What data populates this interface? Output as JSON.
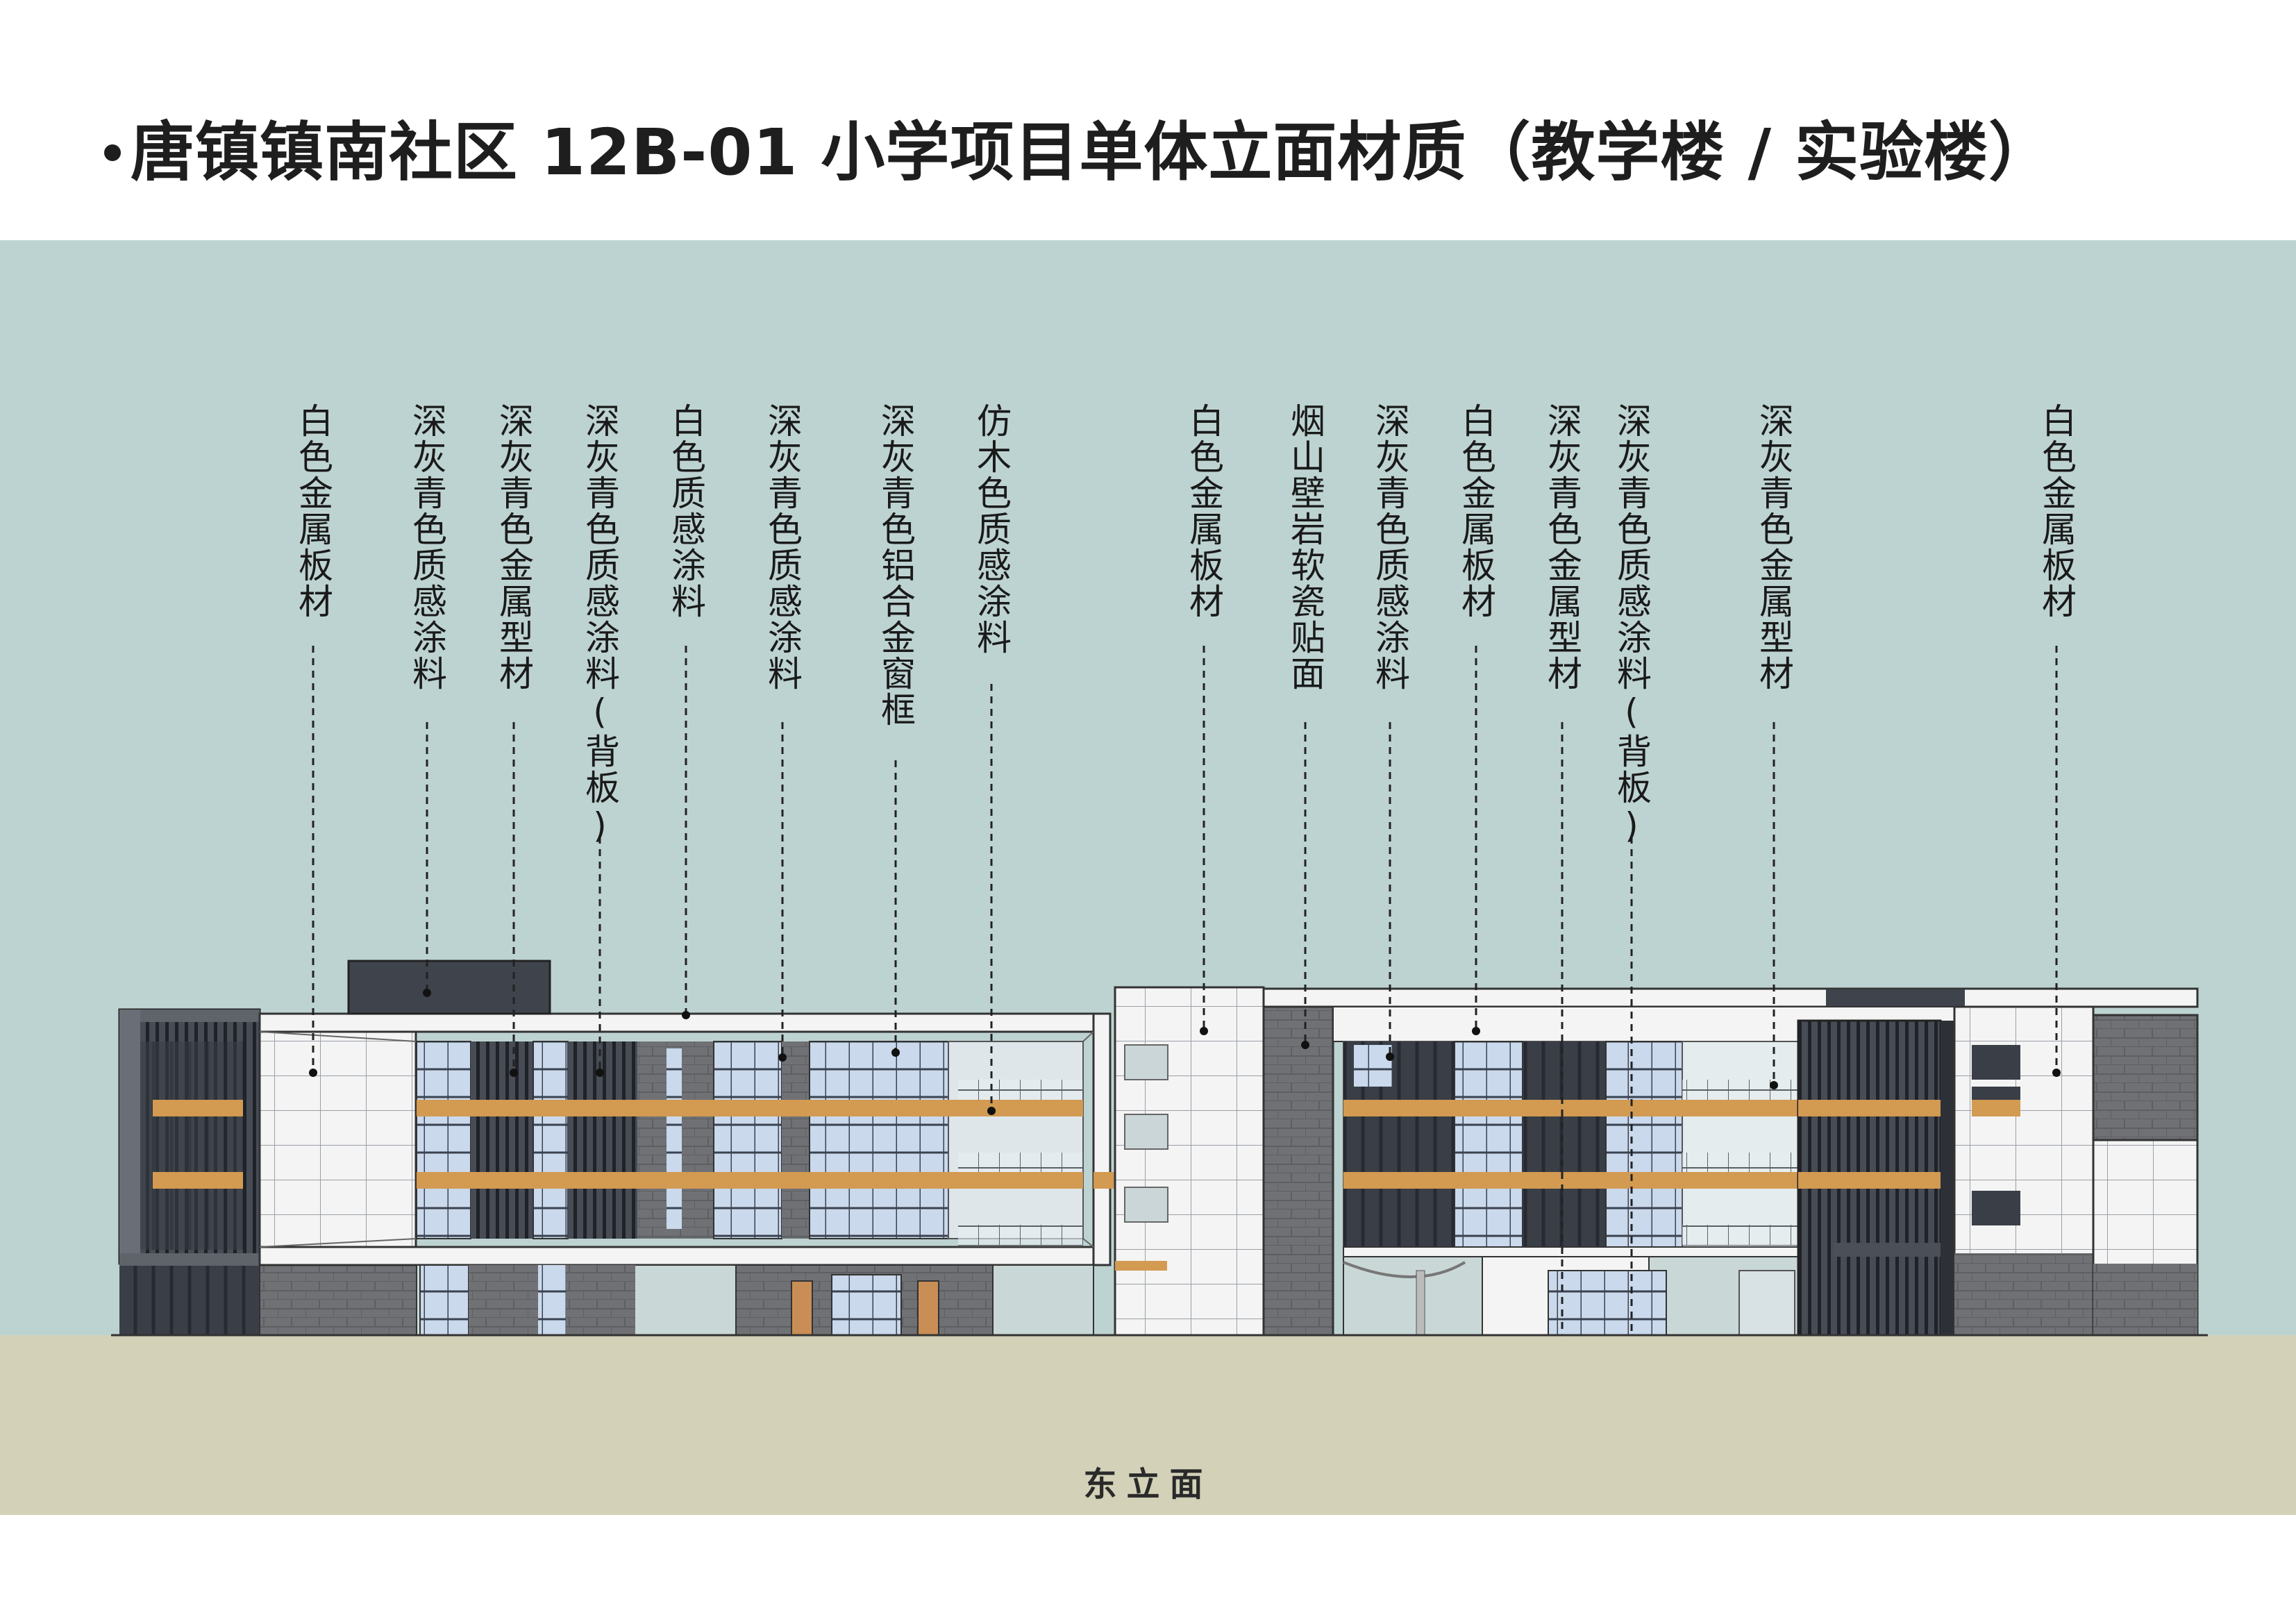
{
  "title": "唐镇镇南社区 12B-01 小学项目单体立面材质（教学楼 / 实验楼）",
  "elevation_label": "东立面",
  "colors": {
    "sky": "#bdd3d1",
    "ground": "#d3d2b9",
    "dark_metal": "#3a3f47",
    "stone": "#6f7175",
    "orange_band": "#d39a52",
    "glass": "#cad9ec",
    "white_panel": "#f4f4f4"
  },
  "annotations": [
    {
      "id": "a1",
      "text": "白色金属板材"
    },
    {
      "id": "a2",
      "text": "深灰青色质感涂料"
    },
    {
      "id": "a3",
      "text": "深灰青色金属型材"
    },
    {
      "id": "a4",
      "text": "深灰青色质感涂料(背板)"
    },
    {
      "id": "a5",
      "text": "白色质感涂料"
    },
    {
      "id": "a6",
      "text": "深灰青色质感涂料"
    },
    {
      "id": "a7",
      "text": "深灰青色铝合金窗框"
    },
    {
      "id": "a8",
      "text": "仿木色质感涂料"
    },
    {
      "id": "a9",
      "text": "白色金属板材"
    },
    {
      "id": "a10",
      "text": "烟山壁岩软瓷贴面"
    },
    {
      "id": "a11",
      "text": "深灰青色质感涂料"
    },
    {
      "id": "a12",
      "text": "白色金属板材"
    },
    {
      "id": "a13",
      "text": "深灰青色金属型材"
    },
    {
      "id": "a14",
      "text": "深灰青色质感涂料(背板)"
    },
    {
      "id": "a15",
      "text": "深灰青色金属型材"
    },
    {
      "id": "a16",
      "text": "白色金属板材"
    }
  ]
}
